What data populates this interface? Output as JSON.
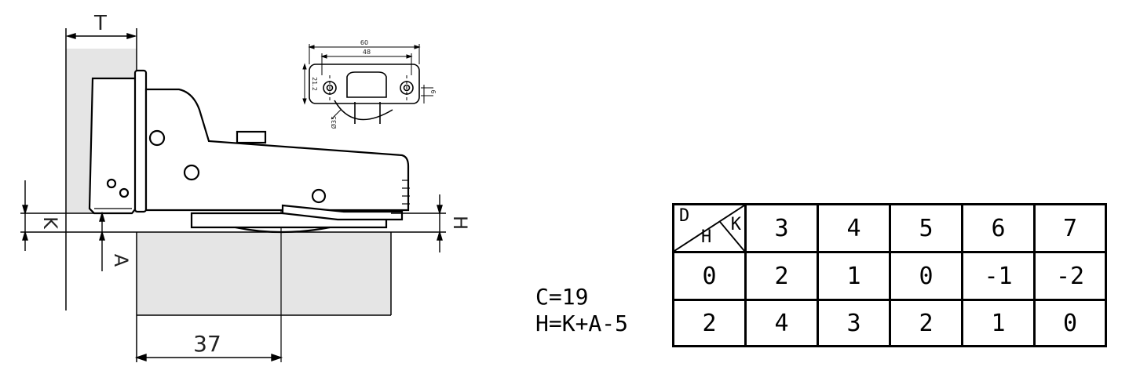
{
  "dimensions": {
    "t_label": "T",
    "k_label": "K",
    "a_label": "A",
    "h_label": "H",
    "offset_37": "37",
    "detail_60": "60",
    "detail_48": "48",
    "detail_212": "21.2",
    "detail_6": "6",
    "detail_phi35": "Ø35"
  },
  "formulas": {
    "c_formula": "C=19",
    "h_formula": "H=K+A-5"
  },
  "table": {
    "corner": {
      "d": "D",
      "k": "K",
      "h": "H"
    },
    "header": [
      "3",
      "4",
      "5",
      "6",
      "7"
    ],
    "row_h": [
      "0",
      "2",
      "1",
      "0",
      "-1",
      "-2"
    ],
    "row_k": [
      "2",
      "4",
      "3",
      "2",
      "1",
      "0"
    ]
  },
  "colors": {
    "panel_fill": "#e5e5e5",
    "line": "#000000"
  }
}
